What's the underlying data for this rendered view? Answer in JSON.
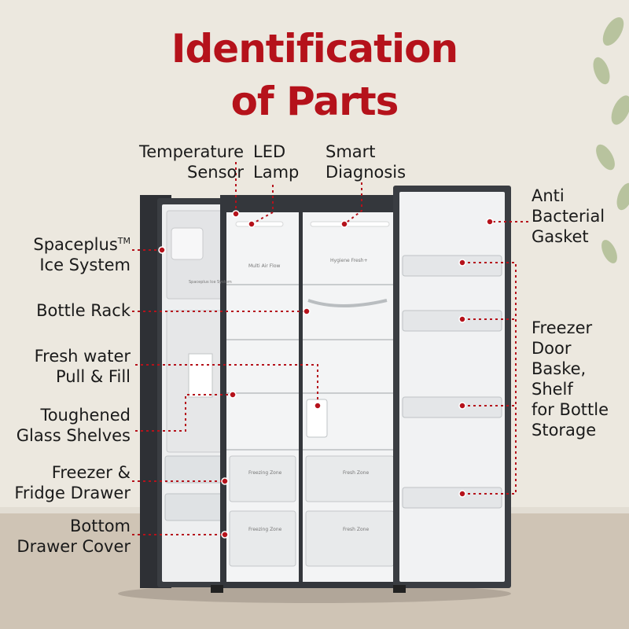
{
  "title": {
    "line1": "Identification",
    "line2": "of Parts"
  },
  "colors": {
    "accent": "#b5121b",
    "text": "#1a1a1a",
    "wall": "#ece8df",
    "floor": "#cfc4b5",
    "fridge_body": "#3a3d42",
    "interior": "#f4f5f6"
  },
  "labels": {
    "temperature_sensor": {
      "line1": "Temperature",
      "line2": "Sensor"
    },
    "led_lamp": {
      "line1": "LED",
      "line2": "Lamp"
    },
    "smart_diagnosis": {
      "line1": "Smart",
      "line2": "Diagnosis"
    },
    "anti_bacterial_gasket": {
      "line1": "Anti",
      "line2": "Bacterial",
      "line3": "Gasket"
    },
    "spaceplus_ice_system": {
      "line1": "Spaceplus",
      "tm": "TM",
      "line2": "Ice System"
    },
    "bottle_rack": {
      "line1": "Bottle Rack"
    },
    "fresh_water": {
      "line1": "Fresh water",
      "line2": "Pull & Fill"
    },
    "toughened_glass": {
      "line1": "Toughened",
      "line2": "Glass Shelves"
    },
    "freezer_fridge_drawer": {
      "line1": "Freezer &",
      "line2": "Fridge Drawer"
    },
    "bottom_drawer_cover": {
      "line1": "Bottom",
      "line2": "Drawer Cover"
    },
    "freezer_door_basket": {
      "line1": "Freezer",
      "line2": "Door",
      "line3": "Baske,",
      "line4": "Shelf",
      "line5": "for Bottle",
      "line6": "Storage"
    }
  },
  "interior_text": {
    "multi_air_flow": "Multi Air Flow",
    "hygiene_fresh": "Hygiene Fresh+",
    "spaceplus_badge": "Spaceplus Ice System",
    "freezing_zone": "Freezing Zone",
    "fresh_zone": "Fresh Zone"
  }
}
